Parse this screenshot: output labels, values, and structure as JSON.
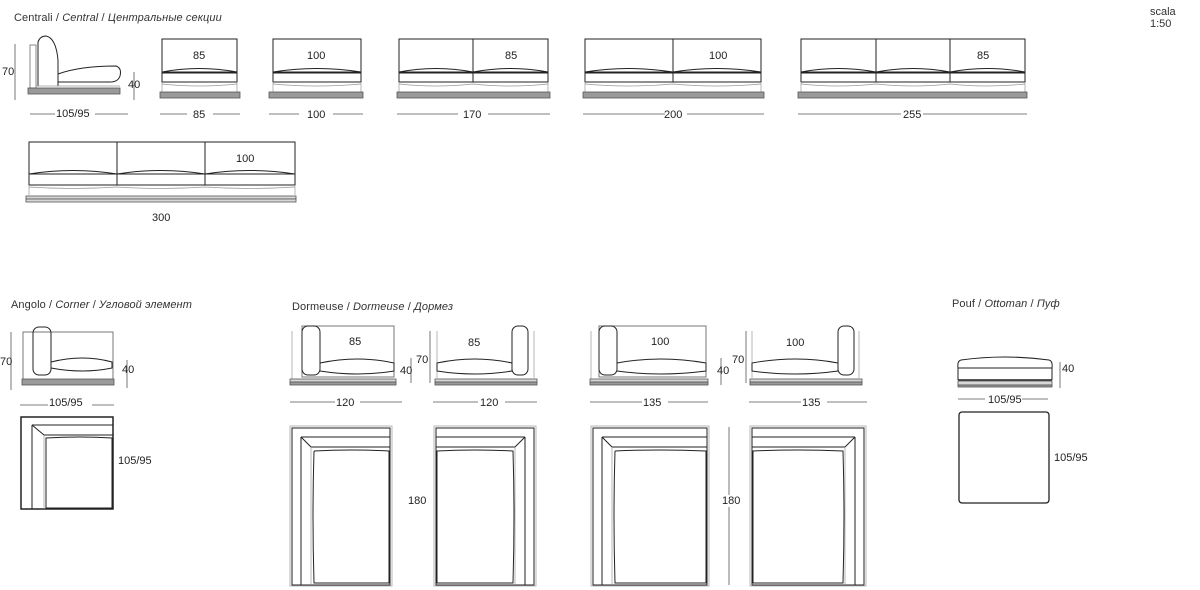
{
  "scale": "scala 1:50",
  "sections": {
    "central": {
      "title_it": "Centrali",
      "title_en": "Central",
      "title_ru": "Центральные секции",
      "side_view": {
        "height": "70",
        "seat_height": "40",
        "depth": "105/95"
      },
      "modules": [
        {
          "seat_label": "85",
          "width": "85",
          "seats": 1
        },
        {
          "seat_label": "100",
          "width": "100",
          "seats": 1
        },
        {
          "seat_label": "85",
          "width": "170",
          "seats": 2
        },
        {
          "seat_label": "100",
          "width": "200",
          "seats": 2
        },
        {
          "seat_label": "85",
          "width": "255",
          "seats": 3
        },
        {
          "seat_label": "100",
          "width": "300",
          "seats": 3
        }
      ]
    },
    "corner": {
      "title_it": "Angolo",
      "title_en": "Corner",
      "title_ru": "Угловой элемент",
      "height": "70",
      "seat_height": "40",
      "width": "105/95",
      "depth": "105/95"
    },
    "dormeuse": {
      "title_it": "Dormeuse",
      "title_en": "Dormeuse",
      "title_ru": "Дормез",
      "modules": [
        {
          "seat_label": "85",
          "width": "120",
          "side": "left",
          "height": "70",
          "seat_height": "40",
          "length": "180"
        },
        {
          "seat_label": "85",
          "width": "120",
          "side": "right",
          "height": "70",
          "seat_height": "40",
          "length": "180"
        },
        {
          "seat_label": "100",
          "width": "135",
          "side": "left",
          "height": "70",
          "seat_height": "40",
          "length": "180"
        },
        {
          "seat_label": "100",
          "width": "135",
          "side": "right",
          "height": "70",
          "seat_height": "40",
          "length": "180"
        }
      ]
    },
    "pouf": {
      "title_it": "Pouf",
      "title_en": "Ottoman",
      "title_ru": "Пуф",
      "seat_height": "40",
      "width": "105/95",
      "depth": "105/95"
    }
  },
  "colors": {
    "line": "#222222",
    "base": "#9a9a9a",
    "background": "#ffffff"
  }
}
